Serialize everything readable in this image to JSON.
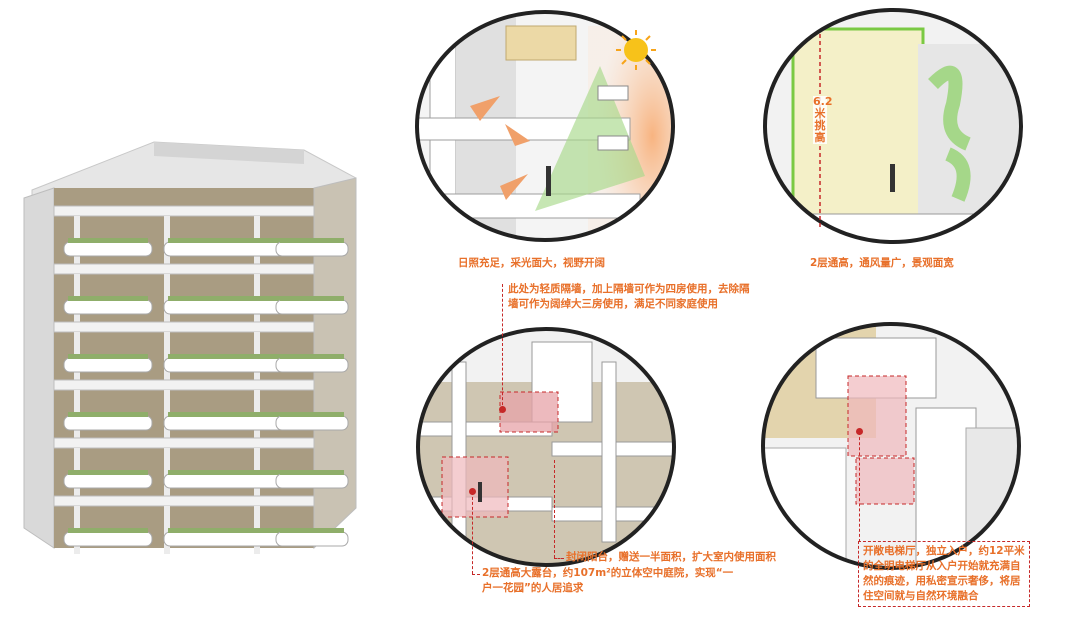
{
  "callouts": {
    "sunlight": "日照充足，采光面大，视野开阔",
    "double_height": "2层通高，通风量广，景观面宽",
    "wall_line1": "此处为轻质隔墙，加上隔墙可作为四房使用，去除隔",
    "wall_line2": "墙可作为阔绰大三房使用，满足不同家庭使用",
    "balcony": "封闭阳台，赠送一半面积，扩大室内使用面积",
    "terrace_line1": "2层通高大露台，约107m²的立体空中庭院，实现“一",
    "terrace_line2": "户一花园”的人居追求",
    "elevator_line1": "开敞电梯厅，独立入户，约12平米",
    "elevator_line2": "的全明电梯厅从入户开始就充满自",
    "elevator_line3": "然的痕迹，用私密宣示奢侈，将居",
    "elevator_line4": "住空间就与自然环境融合"
  },
  "height_label": [
    "6.2",
    "米",
    "挑",
    "高"
  ],
  "colors": {
    "accent": "#e8702a",
    "dashed_red": "#c62828",
    "green_glow": "#7ac943",
    "facade_brown": "#b3a488",
    "slab_white": "#f2f2f2"
  }
}
